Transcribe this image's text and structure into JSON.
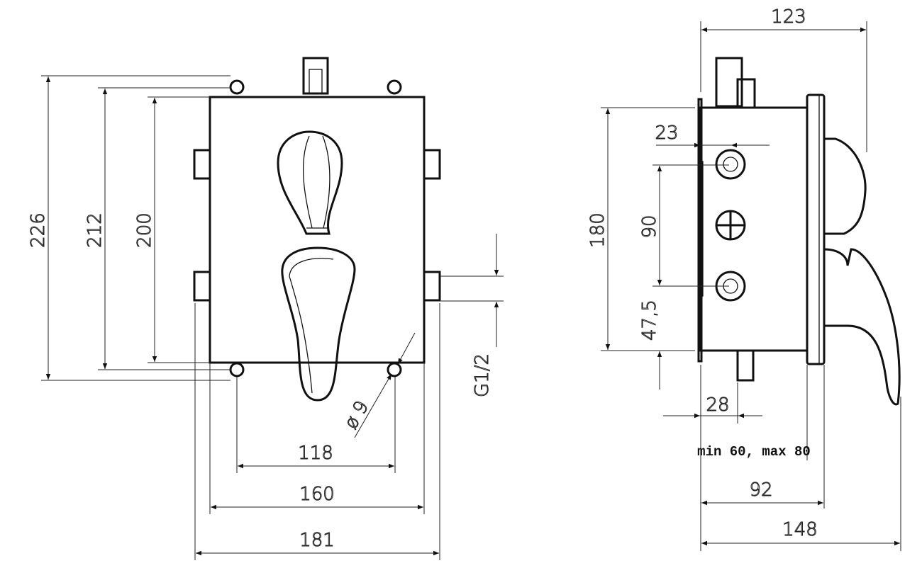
{
  "front_view": {
    "dims": {
      "height_outer": "226",
      "height_mid": "212",
      "height_box": "200",
      "hole_spacing": "118",
      "box_width": "160",
      "overall_width": "181",
      "hole_diameter": "ø 9",
      "thread": "G1/2"
    }
  },
  "side_view": {
    "dims": {
      "overall_depth": "123",
      "box_height": "180",
      "port_spacing": "90",
      "port_offset": "47,5",
      "port_inset": "23",
      "connector_inset": "28",
      "install_depth": "min 60, max 80",
      "plate_depth": "92",
      "total_depth": "148"
    }
  }
}
